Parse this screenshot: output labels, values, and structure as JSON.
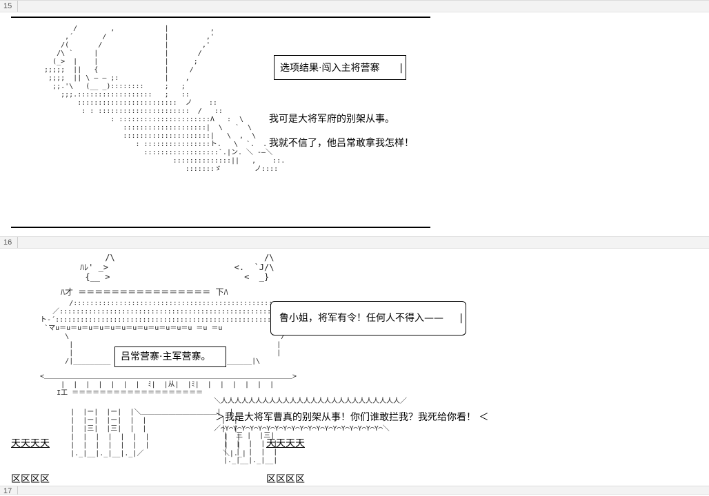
{
  "panels": [
    {
      "number": "15",
      "caption": "选项结果·闯入主将营寨",
      "lines": [
        "我可是大将军府的别架从事。",
        "我就不信了，他吕常敢拿我怎样！"
      ]
    },
    {
      "number": "16",
      "sign": "吕常营寨·主军营寨。",
      "guard_speech": "鲁小姐，将军有令！任何人不得入——",
      "shout": "＞我是大将军曹真的别架从事！你们谁敢拦我？我死给你看！ ＜",
      "banner_left": "ﾊ才",
      "banner_right": "下ﾊ",
      "tian_left": "天天天天",
      "tian_right": "天天天天",
      "qu_left": "区区区区",
      "qu_right": "区区区区"
    },
    {
      "number": "17"
    }
  ]
}
